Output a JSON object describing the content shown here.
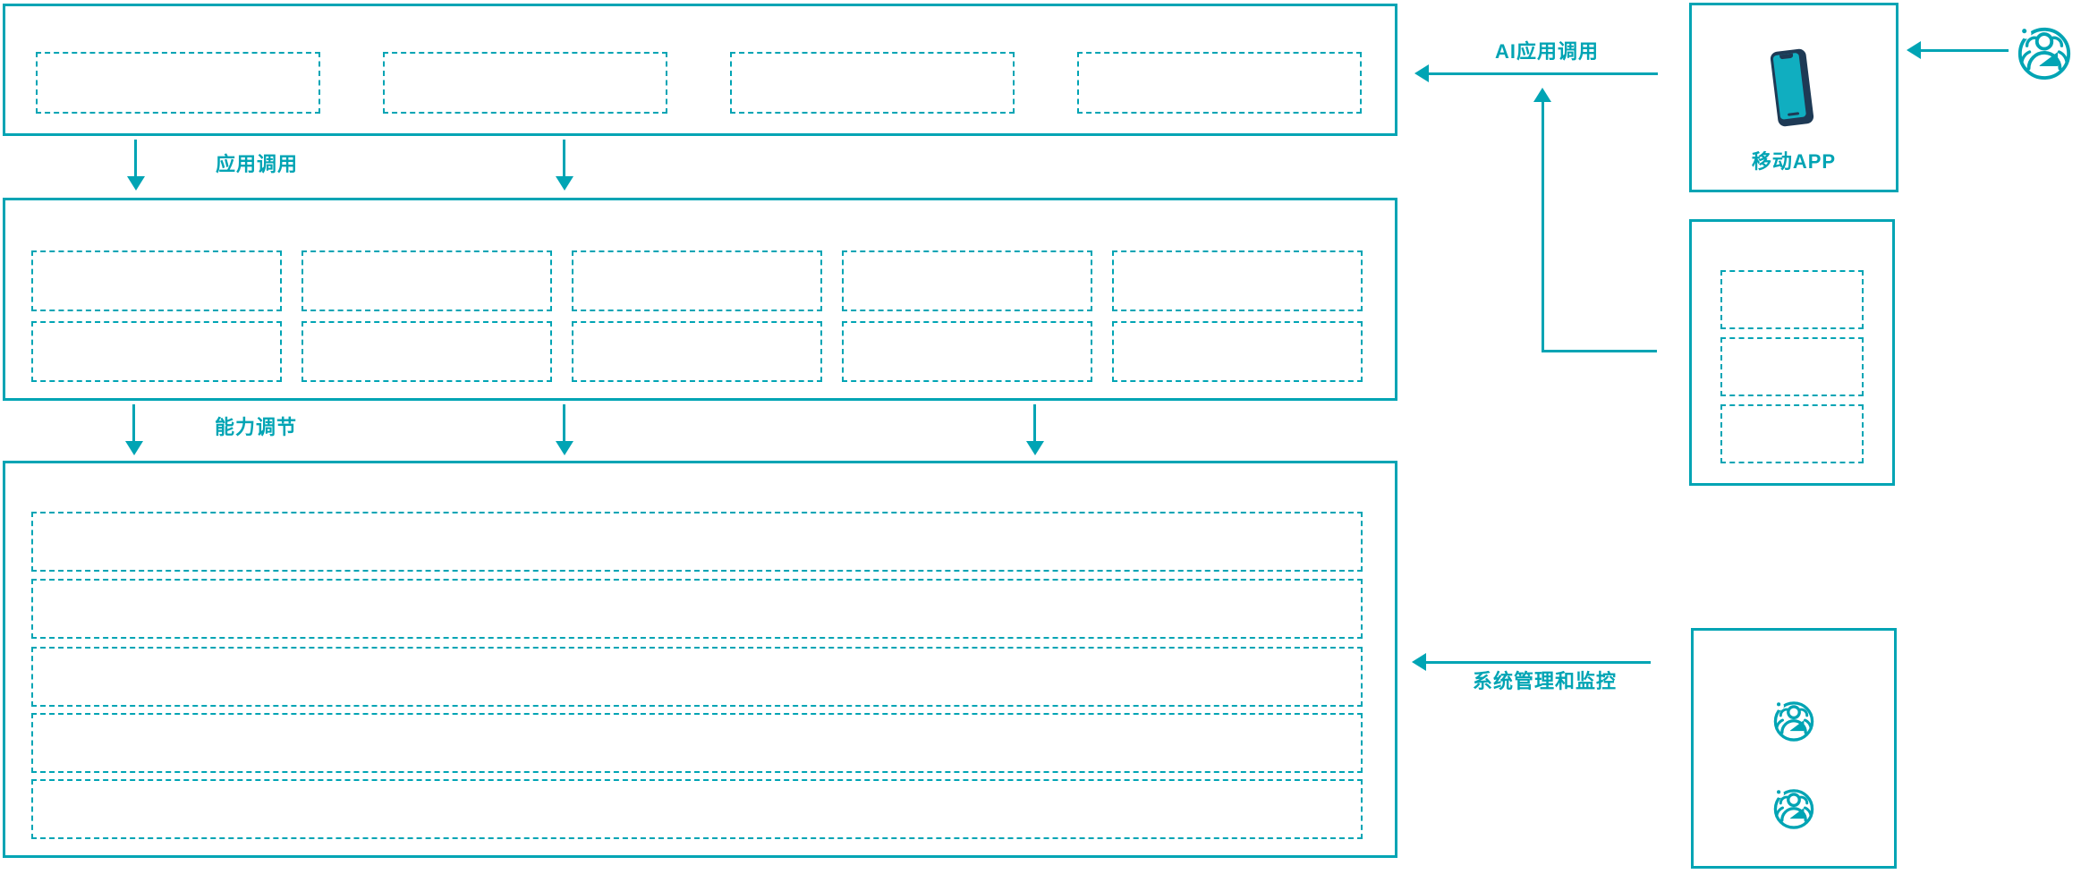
{
  "labels": {
    "app_call": "应用调用",
    "capability_adjust": "能力调节",
    "ai_app_call": "AI应用调用",
    "mobile_app": "移动APP",
    "system_management_monitoring": "系统管理和监控"
  },
  "colors": {
    "accent_teal": "#00a4b4",
    "phone_body_navy": "#1e3a55",
    "phone_screen_teal": "#10aec0",
    "background": "#ffffff"
  },
  "icons": {
    "phone": "mobile-phone-icon",
    "users": "user-group-icon"
  },
  "placeholders": {
    "top_layer_boxes": 4,
    "middle_layer_boxes": 10,
    "bottom_layer_rows": 5,
    "right_app_boxes": 3
  }
}
